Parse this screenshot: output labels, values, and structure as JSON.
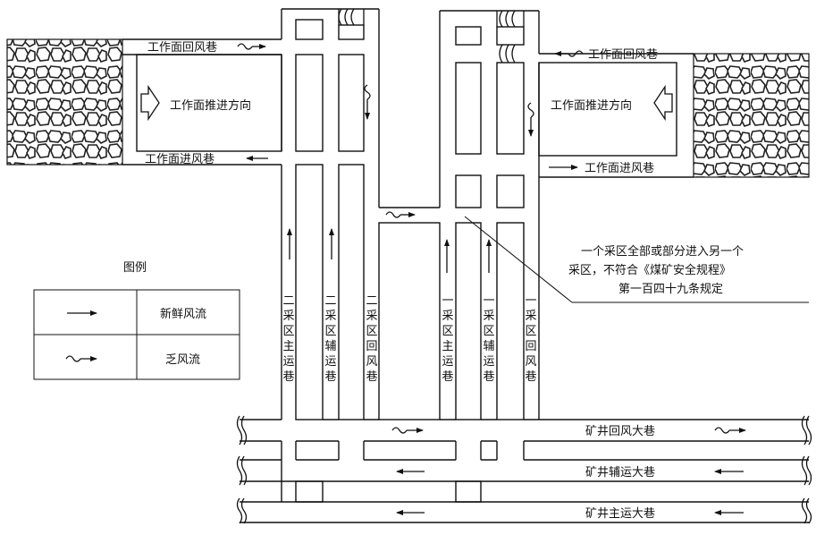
{
  "labels": {
    "left_return": "工作面回风巷",
    "left_direction": "工作面推进方向",
    "left_intake": "工作面进风巷",
    "right_return": "工作面回风巷",
    "right_direction": "工作面推进方向",
    "right_intake": "工作面进风巷",
    "mine_return": "矿井回风大巷",
    "mine_aux": "矿井辅运大巷",
    "mine_main": "矿井主运大巷"
  },
  "vertical_labels": {
    "z2_main": "二采区主运巷",
    "z2_aux": "二采区辅运巷",
    "z2_return": "二采区回风巷",
    "z1_main": "一采区主运巷",
    "z1_aux": "一采区辅运巷",
    "z1_return": "一采区回风巷"
  },
  "note": {
    "line1": "一个采区全部或部分进入另一个",
    "line2": "采区，不符合《煤矿安全规程》",
    "line3": "第一百四十九条规定"
  },
  "legend": {
    "title": "图例",
    "fresh": "新鲜风流",
    "stale": "乏风流"
  }
}
